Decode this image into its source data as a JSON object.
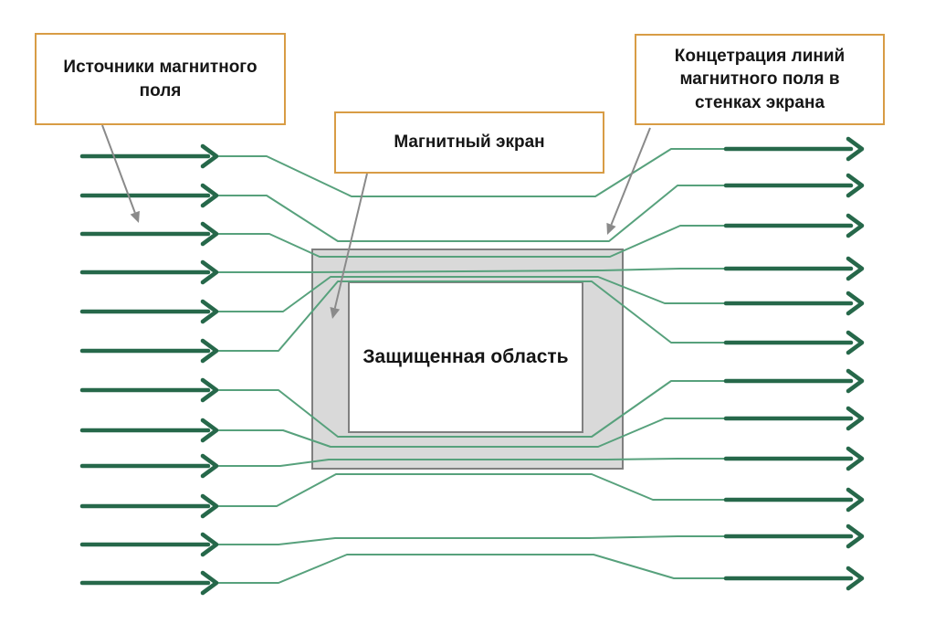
{
  "diagram": {
    "title_implicit": "Magnetic shielding diagram",
    "labels": {
      "sources": "Источники магнитного поля",
      "screen": "Магнитный экран",
      "concentration": "Концетрация линий магнитного поля в стенках экрана",
      "protected_area": "Защищенная область"
    },
    "field_lines": {
      "left_arrow_count": 12,
      "right_arrow_count": 12,
      "direction": "left-to-right"
    },
    "colors": {
      "background": "#ffffff",
      "field_line_thick": "#26684a",
      "field_line_thin": "#57a17c",
      "screen_fill": "#d9d9d9",
      "screen_border": "#7f7f7f",
      "inner_fill": "#ffffff",
      "inner_border": "#808080",
      "label_border": "#d89c45",
      "pointer_gray": "#8a8a8a",
      "text": "#161616"
    }
  }
}
